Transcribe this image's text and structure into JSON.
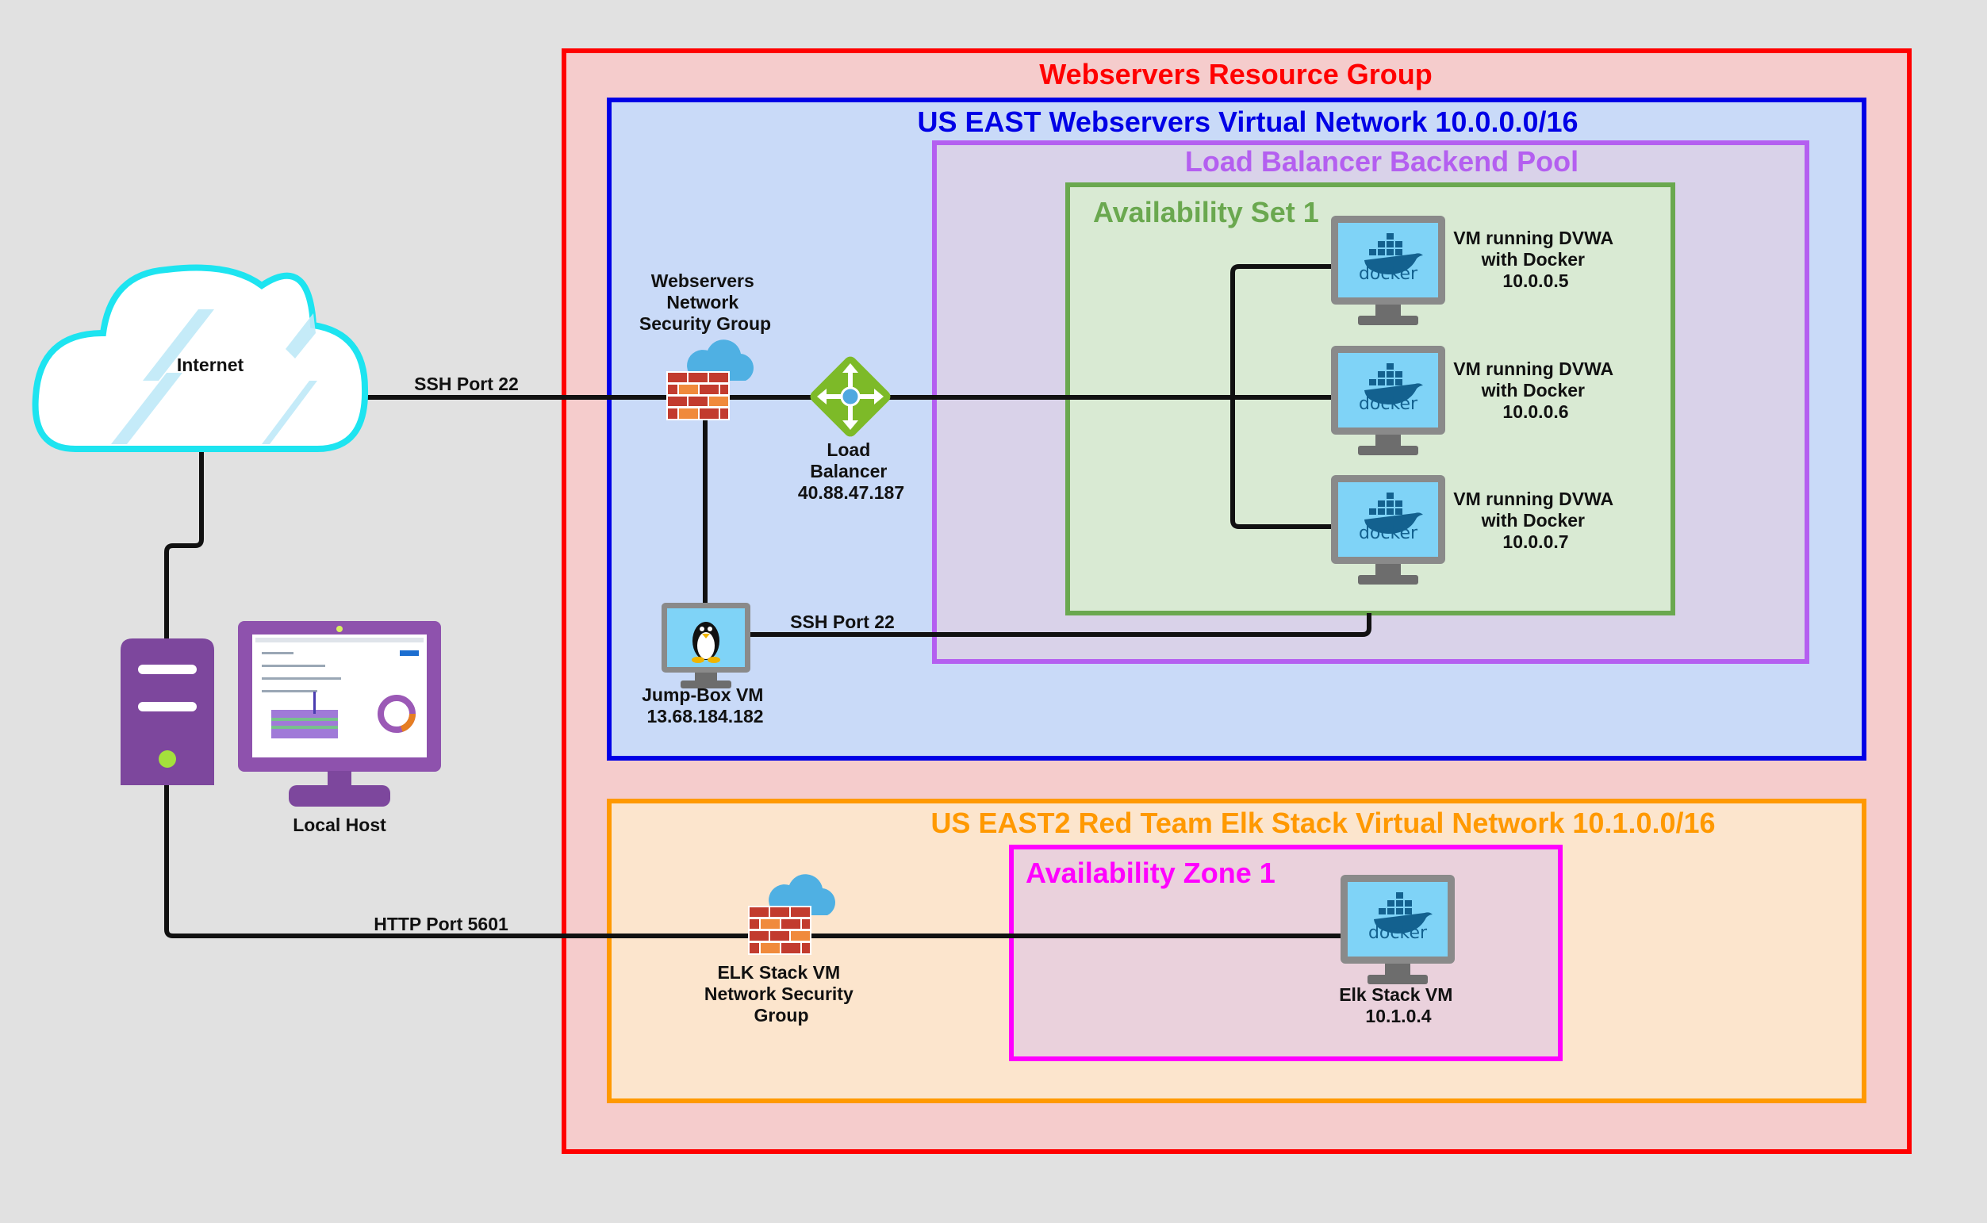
{
  "containers": {
    "resource_group": {
      "title": "Webservers Resource Group",
      "color": "#ff0000"
    },
    "webservers_vnet": {
      "title": "US EAST Webservers Virtual Network 10.0.0.0/16",
      "color": "#0000e6"
    },
    "backend_pool": {
      "title": "Load Balancer Backend Pool",
      "color": "#b45ff0"
    },
    "availability_set": {
      "title": "Availability Set 1",
      "color": "#6aa84f"
    },
    "elk_vnet": {
      "title": "US EAST2 Red Team Elk Stack Virtual Network 10.1.0.0/16",
      "color": "#ff9900"
    },
    "availability_zone": {
      "title": "Availability Zone 1",
      "color": "#ff00ff"
    }
  },
  "nodes": {
    "internet": {
      "label": "Internet",
      "icon": "cloud-icon"
    },
    "local_host": {
      "label": "Local Host",
      "icon": "desktop-computer-icon"
    },
    "web_nsg": {
      "lines": [
        "Webservers",
        "Network",
        "Security Group"
      ],
      "icon": "firewall-cloud-icon"
    },
    "load_balancer": {
      "lines": [
        "Load",
        "Balancer",
        "40.88.47.187"
      ],
      "icon": "load-balancer-icon"
    },
    "jump_box": {
      "lines": [
        "Jump-Box VM",
        "13.68.184.182"
      ],
      "icon": "linux-monitor-icon"
    },
    "vm1": {
      "lines": [
        "VM running DVWA",
        "with Docker",
        "10.0.0.5"
      ],
      "icon": "docker-monitor-icon"
    },
    "vm2": {
      "lines": [
        "VM running DVWA",
        "with Docker",
        "10.0.0.6"
      ],
      "icon": "docker-monitor-icon"
    },
    "vm3": {
      "lines": [
        "VM running DVWA",
        "with Docker",
        "10.0.0.7"
      ],
      "icon": "docker-monitor-icon"
    },
    "elk_nsg": {
      "lines": [
        "ELK Stack VM",
        "Network Security",
        "Group"
      ],
      "icon": "firewall-cloud-icon"
    },
    "elk_vm": {
      "lines": [
        "Elk Stack VM",
        "10.1.0.4"
      ],
      "icon": "docker-monitor-icon"
    }
  },
  "connections": {
    "internet_ssh": "SSH Port 22",
    "jumpbox_ssh": "SSH Port 22",
    "http_kibana": "HTTP Port 5601"
  },
  "docker_text": "docker"
}
